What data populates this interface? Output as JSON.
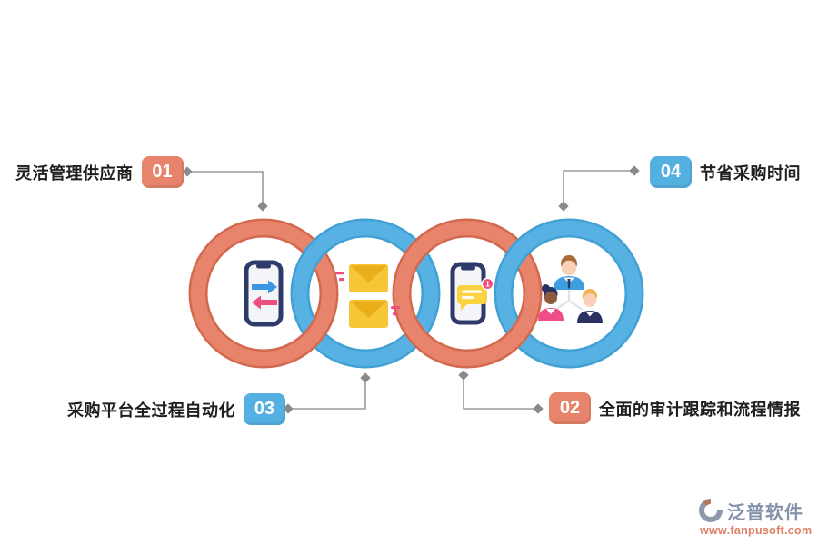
{
  "diagram": {
    "title_hint": "procurement-benefits-interlocked-rings",
    "items": [
      {
        "number": "01",
        "label": "灵活管理供应商",
        "badge_color": "#e8846b",
        "position": "top-left",
        "icon": "phone-transfer-icon"
      },
      {
        "number": "02",
        "label": "全面的审计跟踪和流程情报",
        "badge_color": "#e8846b",
        "position": "bottom-right",
        "icon": "team-icon"
      },
      {
        "number": "03",
        "label": "采购平台全过程自动化",
        "badge_color": "#55b0e2",
        "position": "bottom-left",
        "icon": "envelopes-icon"
      },
      {
        "number": "04",
        "label": "节省采购时间",
        "badge_color": "#55b0e2",
        "position": "top-right",
        "icon": "chat-phone-icon"
      }
    ],
    "icons": {
      "chat_badge_count": "1"
    }
  },
  "colors": {
    "ring_salmon": "#e8846b",
    "ring_salmon_edge": "#d2694e",
    "ring_blue": "#57b1e3",
    "ring_blue_edge": "#41a1d4",
    "connector_gray": "#9a9a9a",
    "diamond_gray": "#8a8a8a",
    "label_text": "#1f1f1f",
    "envelope_yellow": "#f7c636",
    "envelope_fold": "#e9ae1a",
    "bubble_yellow": "#fbd23f",
    "accent_pink": "#ee4d7e",
    "arrow_blue": "#3b97e3",
    "phone_navy": "#2e3a67",
    "shirt_blue": "#3d9fe0",
    "shirt_pink": "#ee4d87",
    "shirt_navy": "#2a3364",
    "brand_text": "#8691ac",
    "brand_url": "#dd8066"
  },
  "watermark": {
    "brand": "泛普软件",
    "url": "www.fanpusoft.com"
  }
}
